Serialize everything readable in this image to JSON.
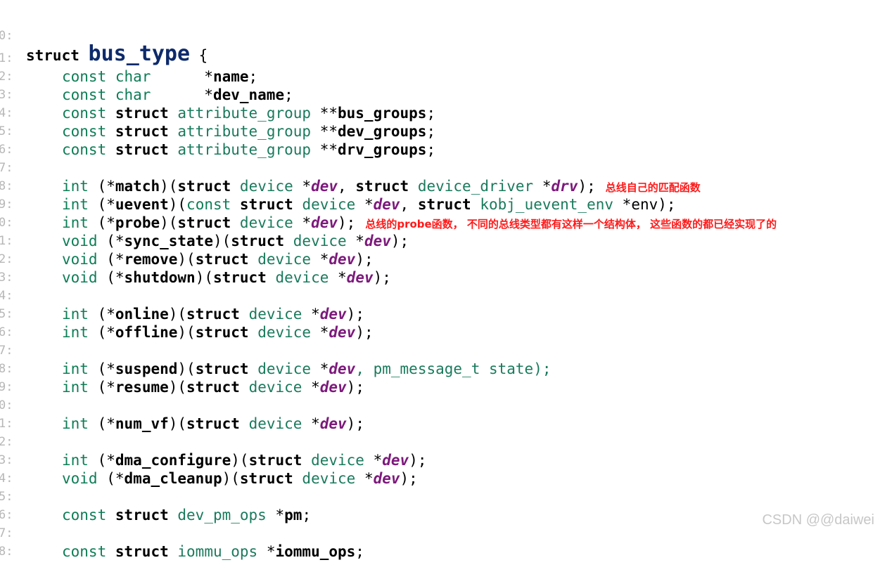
{
  "gutter": [
    "0:",
    "1:",
    "2:",
    "3:",
    "4:",
    "5:",
    "6:",
    "7:",
    "8:",
    "9:",
    "0:",
    "1:",
    "2:",
    "3:",
    "4:",
    "5:",
    "6:",
    "7:",
    "8:",
    "9:",
    "0:",
    "1:",
    "2:",
    "3:",
    "4:",
    "5:",
    "6:",
    "7:",
    "8:"
  ],
  "code": {
    "l0": {
      "kw": "struct",
      "name": "bus_type",
      "brace": "{"
    },
    "l1": {
      "a": "const char",
      "b": "*",
      "c": "name",
      "d": ";"
    },
    "l2": {
      "a": "const char",
      "b": "*",
      "c": "dev_name",
      "d": ";"
    },
    "l3": {
      "a": "const",
      "b": "struct",
      "c": "attribute_group",
      "d": "**",
      "e": "bus_groups",
      "f": ";"
    },
    "l4": {
      "a": "const",
      "b": "struct",
      "c": "attribute_group",
      "d": "**",
      "e": "dev_groups",
      "f": ";"
    },
    "l5": {
      "a": "const",
      "b": "struct",
      "c": "attribute_group",
      "d": "**",
      "e": "drv_groups",
      "f": ";"
    },
    "l7": {
      "ret": "int",
      "p1": "(*",
      "fn": "match",
      "p2": ")(",
      "s1": "struct",
      "t1": "device",
      "star1": "*",
      "v1": "dev",
      "sep": ", ",
      "s2": "struct",
      "t2": "device_driver",
      "star2": "*",
      "v2": "drv",
      "end": ");",
      "comment": "总线自己的匹配函数"
    },
    "l8": {
      "ret": "int",
      "p1": "(*",
      "fn": "uevent",
      "p2": ")(",
      "c1": "const",
      "s1": "struct",
      "t1": "device",
      "star1": "*",
      "v1": "dev",
      "sep": ", ",
      "s2": "struct",
      "t2": "kobj_uevent_env",
      "rest": "*env);"
    },
    "l9": {
      "ret": "int",
      "p1": "(*",
      "fn": "probe",
      "p2": ")(",
      "s1": "struct",
      "t1": "device",
      "star1": "*",
      "v1": "dev",
      "end": ");",
      "comment": "总线的probe函数， 不同的总线类型都有这样一个结构体， 这些函数的都已经实现了的"
    },
    "l10": {
      "ret": "void",
      "p1": "(*",
      "fn": "sync_state",
      "p2": ")(",
      "s1": "struct",
      "t1": "device",
      "star1": "*",
      "v1": "dev",
      "end": ");"
    },
    "l11": {
      "ret": "void",
      "p1": "(*",
      "fn": "remove",
      "p2": ")(",
      "s1": "struct",
      "t1": "device",
      "star1": "*",
      "v1": "dev",
      "end": ");"
    },
    "l12": {
      "ret": "void",
      "p1": "(*",
      "fn": "shutdown",
      "p2": ")(",
      "s1": "struct",
      "t1": "device",
      "star1": "*",
      "v1": "dev",
      "end": ");"
    },
    "l14": {
      "ret": "int",
      "p1": "(*",
      "fn": "online",
      "p2": ")(",
      "s1": "struct",
      "t1": "device",
      "star1": "*",
      "v1": "dev",
      "end": ");"
    },
    "l15": {
      "ret": "int",
      "p1": "(*",
      "fn": "offline",
      "p2": ")(",
      "s1": "struct",
      "t1": "device",
      "star1": "*",
      "v1": "dev",
      "end": ");"
    },
    "l17": {
      "ret": "int",
      "p1": "(*",
      "fn": "suspend",
      "p2": ")(",
      "s1": "struct",
      "t1": "device",
      "star1": "*",
      "v1": "dev",
      "rest": ", pm_message_t state);"
    },
    "l18": {
      "ret": "int",
      "p1": "(*",
      "fn": "resume",
      "p2": ")(",
      "s1": "struct",
      "t1": "device",
      "star1": "*",
      "v1": "dev",
      "end": ");"
    },
    "l20": {
      "ret": "int",
      "p1": "(*",
      "fn": "num_vf",
      "p2": ")(",
      "s1": "struct",
      "t1": "device",
      "star1": "*",
      "v1": "dev",
      "end": ");"
    },
    "l22": {
      "ret": "int",
      "p1": "(*",
      "fn": "dma_configure",
      "p2": ")(",
      "s1": "struct",
      "t1": "device",
      "star1": "*",
      "v1": "dev",
      "end": ");"
    },
    "l23": {
      "ret": "void",
      "p1": "(*",
      "fn": "dma_cleanup",
      "p2": ")(",
      "s1": "struct",
      "t1": "device",
      "star1": "*",
      "v1": "dev",
      "end": ");"
    },
    "l25": {
      "c1": "const",
      "s1": "struct",
      "t1": "dev_pm_ops",
      "star1": "*",
      "v1": "pm",
      "end": ";"
    },
    "l27": {
      "c1": "const",
      "s1": "struct",
      "t1": "iommu_ops",
      "star1": "*",
      "v1": "iommu_ops",
      "end": ";"
    }
  },
  "watermark": "CSDN @@daiwei"
}
